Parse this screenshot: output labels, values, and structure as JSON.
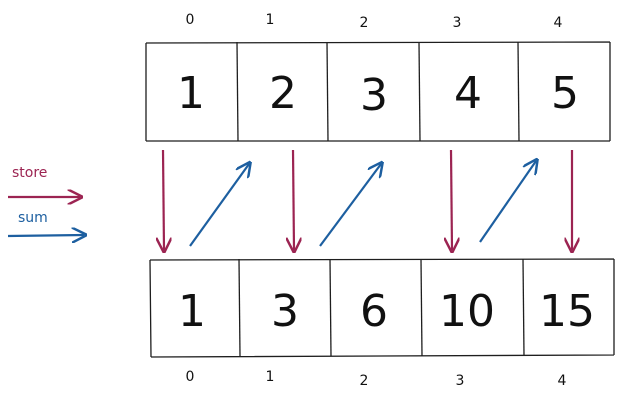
{
  "top_array": {
    "indices": [
      "0",
      "1",
      "2",
      "3",
      "4"
    ],
    "values": [
      "1",
      "2",
      "3",
      "4",
      "5"
    ]
  },
  "bottom_array": {
    "indices": [
      "0",
      "1",
      "2",
      "3",
      "4"
    ],
    "values": [
      "1",
      "3",
      "6",
      "10",
      "15"
    ]
  },
  "legend": {
    "store_label": "store",
    "sum_label": "sum",
    "store_color": "#9c2452",
    "sum_color": "#1d5fa0"
  }
}
